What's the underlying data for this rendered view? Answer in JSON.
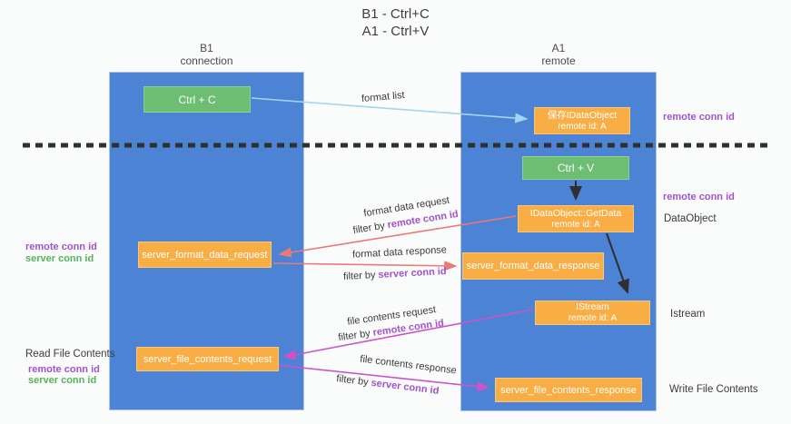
{
  "title": {
    "line1": "B1 - Ctrl+C",
    "line2": "A1 - Ctrl+V"
  },
  "columns": {
    "left": {
      "name": "B1",
      "role": "connection"
    },
    "right": {
      "name": "A1",
      "role": "remote"
    }
  },
  "boxes": {
    "ctrl_c": {
      "label": "Ctrl + C"
    },
    "save_idataobject": {
      "title": "保存IDataObject",
      "subtitle": "remote id: A"
    },
    "ctrl_v": {
      "label": "Ctrl + V"
    },
    "getdata": {
      "title": "IDataObject::GetData",
      "subtitle": "remote id: A"
    },
    "format_request": {
      "label": "server_format_data_request"
    },
    "format_response": {
      "label": "server_format_data_response"
    },
    "istream": {
      "title": "IStream",
      "subtitle": "remote id: A"
    },
    "file_request": {
      "label": "server_file_contents_request"
    },
    "file_response": {
      "label": "server_file_contents_response"
    }
  },
  "arrow_labels": {
    "format_list": "format list",
    "format_request": "format data request",
    "format_response": "format data response",
    "file_request": "file contents request",
    "file_response": "file contents response",
    "filter_by": "filter by",
    "remote_conn_id": "remote conn id",
    "server_conn_id": "server conn id"
  },
  "margin_labels": {
    "remote_conn_id": "remote conn id",
    "server_conn_id": "server conn id",
    "dataobject": "DataObject",
    "istream": "Istream",
    "read_file_contents": "Read File Contents",
    "write_file_contents": "Write File Contents"
  },
  "colors": {
    "column_blue": "#4c83d4",
    "box_green": "#6dbd72",
    "box_orange": "#f9ae45",
    "conn_id_purple": "#a152cd",
    "conn_id_green": "#57b25e",
    "arrow_red": "#e97a75",
    "arrow_magenta": "#cf52cb",
    "arrow_light_blue": "#a5d3f0",
    "arrow_black": "#2f2f2f"
  }
}
